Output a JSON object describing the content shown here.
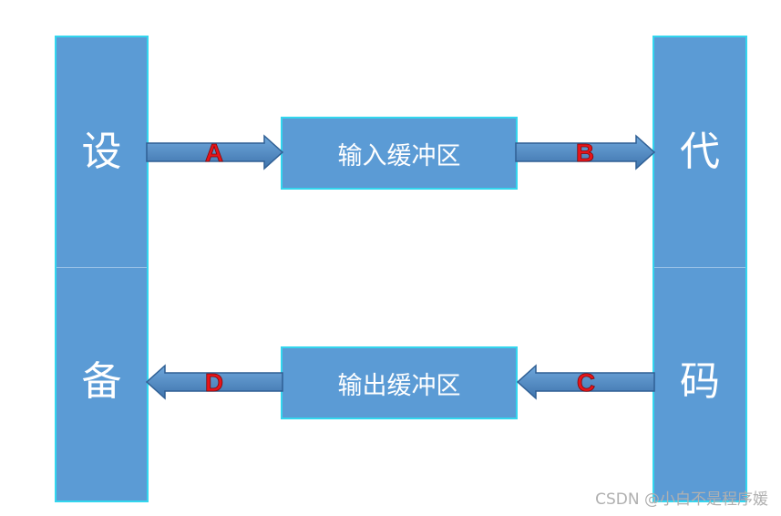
{
  "device": {
    "top_char": "设",
    "bottom_char": "备"
  },
  "code": {
    "top_char": "代",
    "bottom_char": "码"
  },
  "buffers": {
    "input_label": "输入缓冲区",
    "output_label": "输出缓冲区"
  },
  "arrow_labels": {
    "a": "A",
    "b": "B",
    "c": "C",
    "d": "D"
  },
  "colors": {
    "box_fill": "#5b9bd5",
    "box_border": "#33d6ee",
    "arrow_fill": "#4a7fb8",
    "label_red": "#e8141a"
  },
  "watermark": "CSDN @小白不是程序媛"
}
